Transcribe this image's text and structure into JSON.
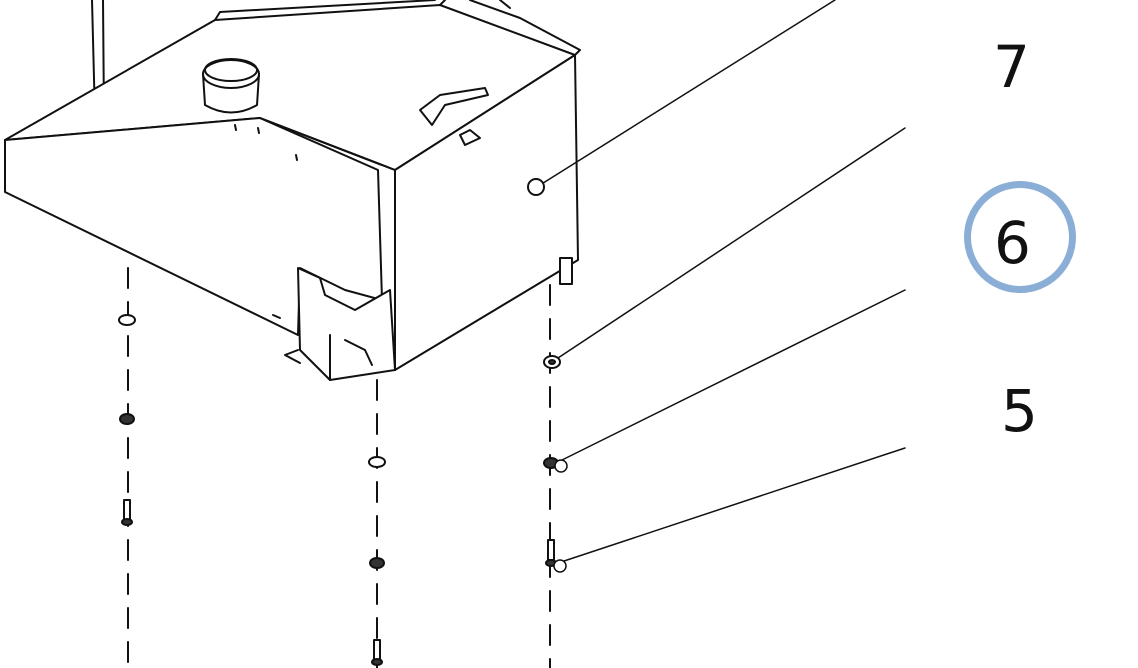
{
  "callouts": [
    {
      "id": "7",
      "label": "7"
    },
    {
      "id": "6",
      "label": "6",
      "highlighted": true
    },
    {
      "id": "5",
      "label": "5"
    }
  ],
  "colors": {
    "line": "#111111",
    "highlight_ring": "#8aaed6",
    "background": "#ffffff"
  }
}
